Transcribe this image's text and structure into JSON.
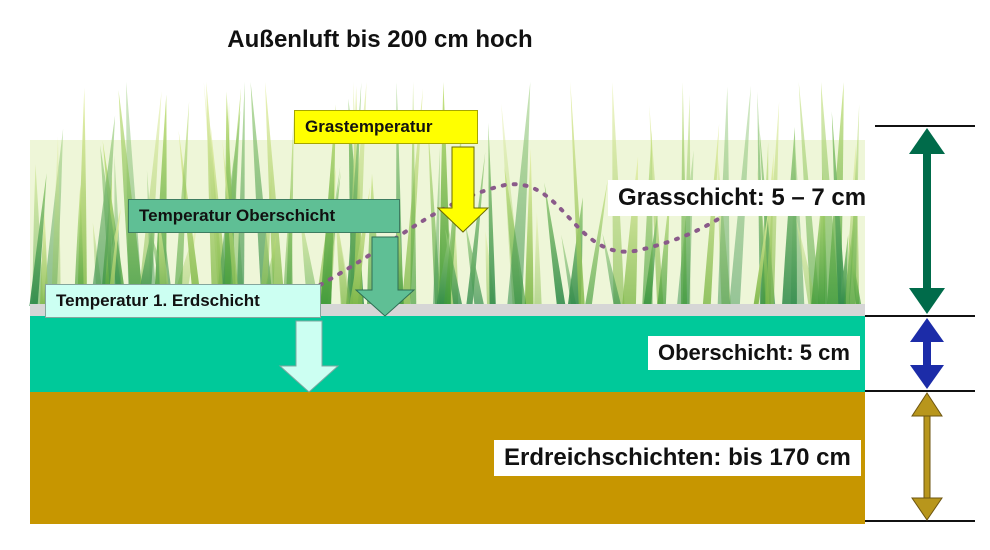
{
  "title": "Außenluft bis 200 cm hoch",
  "temperature_labels": {
    "grastemperatur": "Grastemperatur",
    "oberschicht": "Temperatur Oberschicht",
    "erdschicht": "Temperatur 1. Erdschicht"
  },
  "layers": {
    "grass": "Grasschicht: 5 – 7 cm",
    "top": "Oberschicht: 5 cm",
    "soil": "Erdreichschichten: bis 170 cm"
  },
  "colors": {
    "grastemperatur": "#ffff00",
    "oberschicht_tag": "#5fbf95",
    "erdschicht_tag": "#ccfff2",
    "top_layer": "#00c99a",
    "soil_layer": "#c79600",
    "grass_arrow": "#006b4a",
    "top_arrow": "#1c2ca8",
    "soil_arrow": "#b8961c"
  }
}
